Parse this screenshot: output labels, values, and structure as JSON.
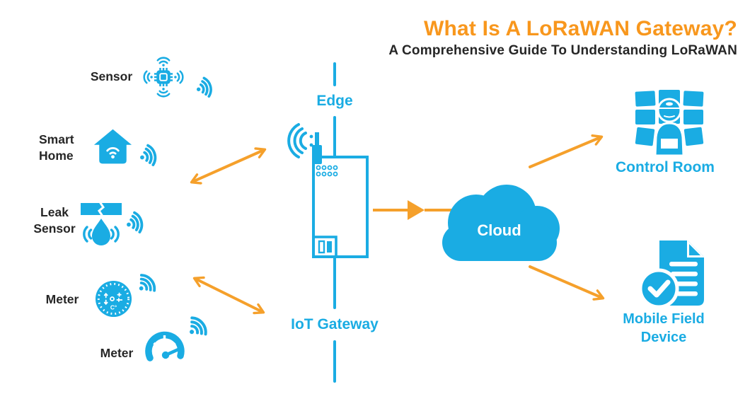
{
  "header": {
    "title": "What Is A LoRaWAN Gateway?",
    "subtitle": "A Comprehensive Guide To Understanding LoRaWAN"
  },
  "colors": {
    "blue": "#1AACE3",
    "orange": "#F5A02B",
    "title_orange": "#F8971D",
    "text_dark": "#262626",
    "background": "#FFFFFF"
  },
  "left_devices": [
    {
      "label": "Sensor",
      "icon": "wireless-sensor-chip-icon"
    },
    {
      "label": "Smart Home",
      "icon": "smart-home-icon"
    },
    {
      "label": "Leak Sensor",
      "icon": "leak-sensor-icon"
    },
    {
      "label": "Meter",
      "icon": "dial-meter-icon"
    },
    {
      "label": "Meter",
      "icon": "speedometer-icon"
    }
  ],
  "gateway": {
    "edge_label": "Edge",
    "label": "IoT Gateway"
  },
  "cloud": {
    "label": "Cloud"
  },
  "destinations": [
    {
      "label": "Control Room",
      "icon": "control-room-icon"
    },
    {
      "label": "Mobile Field Device",
      "icon": "mobile-field-device-icon"
    }
  ]
}
